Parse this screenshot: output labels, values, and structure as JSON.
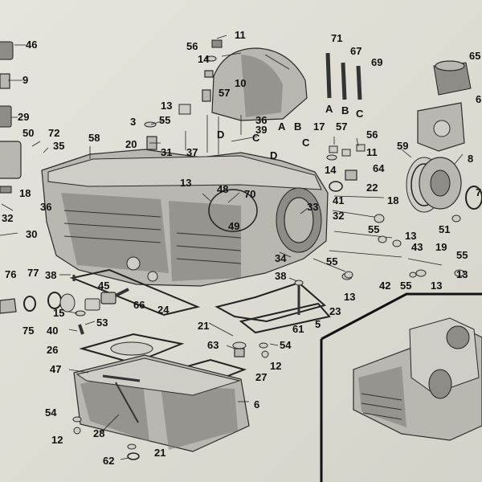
{
  "diagram": {
    "callouts": [
      {
        "id": "c46",
        "text": "46"
      },
      {
        "id": "c9",
        "text": "9"
      },
      {
        "id": "c29",
        "text": "29"
      },
      {
        "id": "c50",
        "text": "50"
      },
      {
        "id": "c72",
        "text": "72"
      },
      {
        "id": "c35",
        "text": "35"
      },
      {
        "id": "c58",
        "text": "58"
      },
      {
        "id": "c18a",
        "text": "18"
      },
      {
        "id": "c36",
        "text": "36"
      },
      {
        "id": "c32a",
        "text": "32"
      },
      {
        "id": "c30",
        "text": "30"
      },
      {
        "id": "c11a",
        "text": "11"
      },
      {
        "id": "c56a",
        "text": "56"
      },
      {
        "id": "c14a",
        "text": "14"
      },
      {
        "id": "c10",
        "text": "10"
      },
      {
        "id": "c57a",
        "text": "57"
      },
      {
        "id": "c13a",
        "text": "13"
      },
      {
        "id": "c55a",
        "text": "55"
      },
      {
        "id": "c3",
        "text": "3"
      },
      {
        "id": "c20",
        "text": "20"
      },
      {
        "id": "c31",
        "text": "31"
      },
      {
        "id": "c37",
        "text": "37"
      },
      {
        "id": "c36b",
        "text": "36"
      },
      {
        "id": "c39",
        "text": "39"
      },
      {
        "id": "cC1",
        "text": "C"
      },
      {
        "id": "cD1",
        "text": "D"
      },
      {
        "id": "cA1",
        "text": "A"
      },
      {
        "id": "cB1",
        "text": "B"
      },
      {
        "id": "c17",
        "text": "17"
      },
      {
        "id": "cC2",
        "text": "C"
      },
      {
        "id": "cD2",
        "text": "D"
      },
      {
        "id": "c71",
        "text": "71"
      },
      {
        "id": "c67",
        "text": "67"
      },
      {
        "id": "c69",
        "text": "69"
      },
      {
        "id": "cA2",
        "text": "A"
      },
      {
        "id": "cB2",
        "text": "B"
      },
      {
        "id": "cC3",
        "text": "C"
      },
      {
        "id": "c65",
        "text": "65"
      },
      {
        "id": "c6a",
        "text": "6"
      },
      {
        "id": "c57b",
        "text": "57"
      },
      {
        "id": "c56b",
        "text": "56"
      },
      {
        "id": "c11b",
        "text": "11"
      },
      {
        "id": "c14b",
        "text": "14"
      },
      {
        "id": "c64",
        "text": "64"
      },
      {
        "id": "c22",
        "text": "22"
      },
      {
        "id": "c59",
        "text": "59"
      },
      {
        "id": "c8",
        "text": "8"
      },
      {
        "id": "c41",
        "text": "41"
      },
      {
        "id": "c18b",
        "text": "18"
      },
      {
        "id": "c7",
        "text": "7"
      },
      {
        "id": "c32b",
        "text": "32"
      },
      {
        "id": "c55b",
        "text": "55"
      },
      {
        "id": "c51",
        "text": "51"
      },
      {
        "id": "c13b",
        "text": "13"
      },
      {
        "id": "c43",
        "text": "43"
      },
      {
        "id": "c19",
        "text": "19"
      },
      {
        "id": "c55c",
        "text": "55"
      },
      {
        "id": "c55d",
        "text": "55"
      },
      {
        "id": "c55e",
        "text": "55"
      },
      {
        "id": "c42",
        "text": "42"
      },
      {
        "id": "c13c",
        "text": "13"
      },
      {
        "id": "c13d",
        "text": "13"
      },
      {
        "id": "c13e",
        "text": "13"
      },
      {
        "id": "c13f",
        "text": "13"
      },
      {
        "id": "c48",
        "text": "48"
      },
      {
        "id": "c70",
        "text": "70"
      },
      {
        "id": "c49",
        "text": "49"
      },
      {
        "id": "c33",
        "text": "33"
      },
      {
        "id": "c34",
        "text": "34"
      },
      {
        "id": "c38a",
        "text": "38"
      },
      {
        "id": "c38b",
        "text": "38"
      },
      {
        "id": "c76",
        "text": "76"
      },
      {
        "id": "c77",
        "text": "77"
      },
      {
        "id": "c45",
        "text": "45"
      },
      {
        "id": "c66",
        "text": "66"
      },
      {
        "id": "c15",
        "text": "15"
      },
      {
        "id": "c75",
        "text": "75"
      },
      {
        "id": "c40",
        "text": "40"
      },
      {
        "id": "c53",
        "text": "53"
      },
      {
        "id": "c24",
        "text": "24"
      },
      {
        "id": "c23",
        "text": "23"
      },
      {
        "id": "c61",
        "text": "61"
      },
      {
        "id": "c5",
        "text": "5"
      },
      {
        "id": "c26",
        "text": "26"
      },
      {
        "id": "c21a",
        "text": "21"
      },
      {
        "id": "c63",
        "text": "63"
      },
      {
        "id": "c54a",
        "text": "54"
      },
      {
        "id": "c12a",
        "text": "12"
      },
      {
        "id": "c47",
        "text": "47"
      },
      {
        "id": "c27",
        "text": "27"
      },
      {
        "id": "c6b",
        "text": "6"
      },
      {
        "id": "c54b",
        "text": "54"
      },
      {
        "id": "c28",
        "text": "28"
      },
      {
        "id": "c12b",
        "text": "12"
      },
      {
        "id": "c62",
        "text": "62"
      },
      {
        "id": "c21b",
        "text": "21"
      }
    ]
  }
}
